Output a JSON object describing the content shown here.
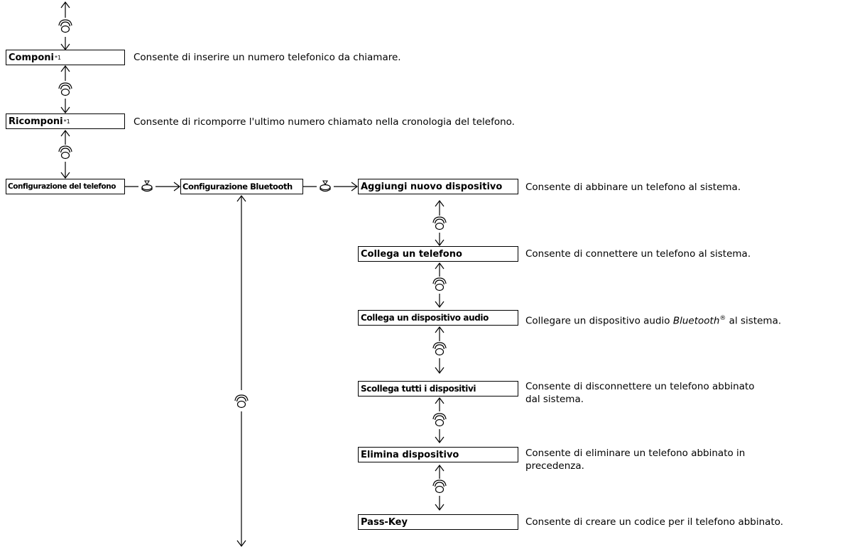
{
  "menu": {
    "dial": {
      "label": "Componi",
      "mark": "*1",
      "description": "Consente di inserire un numero telefonico da chiamare."
    },
    "redial": {
      "label": "Ricomponi",
      "mark": "*1",
      "description": "Consente di ricomporre l'ultimo numero chiamato nella cronologia del telefono."
    },
    "phone_setup": {
      "label": "Configurazione del telefono"
    },
    "bluetooth_setup": {
      "label": "Configurazione Bluetooth"
    }
  },
  "bluetooth_items": [
    {
      "label": "Aggiungi nuovo dispositivo",
      "description": "Consente di abbinare un telefono al sistema."
    },
    {
      "label": "Collega un telefono",
      "description": "Consente di connettere un telefono al sistema."
    },
    {
      "label": "Collega un dispositivo audio",
      "description_pre": "Collegare un dispositivo audio ",
      "description_em": "Bluetooth",
      "description_reg": "®",
      "description_post": " al sistema."
    },
    {
      "label": "Scollega tutti i dispositivi",
      "description": "Consente di disconnettere un telefono abbinato dal sistema."
    },
    {
      "label": "Elimina dispositivo",
      "description": "Consente di eliminare un telefono abbinato in precedenza."
    },
    {
      "label": "Pass-Key",
      "description": "Consente di creare un codice per il telefono abbinato."
    }
  ],
  "icons": {
    "rotate": "interface-dial-rotate-icon",
    "press": "interface-dial-press-icon"
  }
}
